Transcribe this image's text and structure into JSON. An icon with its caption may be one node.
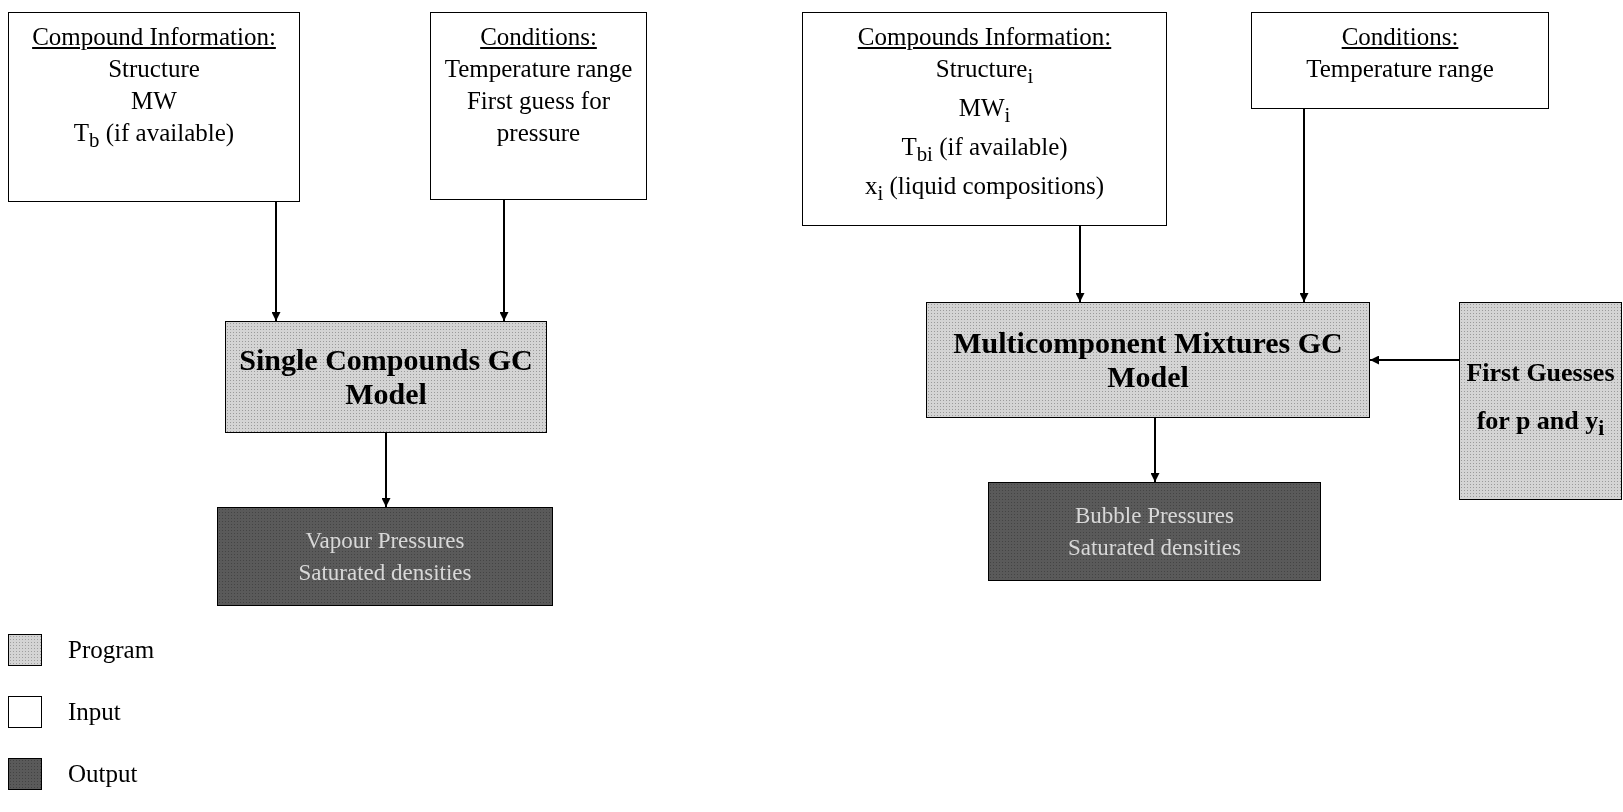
{
  "diagram": {
    "nodes": [
      {
        "text": [
          "Compound Information:",
          "Structure",
          "MW",
          "T$_{b}$ (if available)"
        ]
      },
      {
        "text": [
          "Conditions:",
          "Temperature range",
          "First guess for pressure"
        ]
      },
      {
        "text": [
          "Single Compounds GC Model"
        ]
      },
      {
        "text": [
          "Vapour Pressures",
          "Saturated densities"
        ]
      },
      {
        "text": [
          "Compounds Information:",
          "Structure$_{i}$",
          "MW$_{i}$",
          "T$_{bi}$ (if available)",
          "x$_{i}$ (liquid compositions)"
        ]
      },
      {
        "text": [
          "Conditions:",
          "Temperature range"
        ]
      },
      {
        "text": [
          "Multicomponent Mixtures GC Model"
        ]
      },
      {
        "text": [
          "First Guesses",
          "for p and y$_{i}$"
        ]
      },
      {
        "text": [
          "Bubble Pressures",
          "Saturated densities"
        ]
      }
    ],
    "edges": [
      {
        "from": 0,
        "to": 2,
        "arrow": "to"
      },
      {
        "from": 1,
        "to": 2,
        "arrow": "to"
      },
      {
        "from": 2,
        "to": 3,
        "arrow": "to"
      },
      {
        "from": 4,
        "to": 6,
        "arrow": "to"
      },
      {
        "from": 5,
        "to": 6,
        "arrow": "to"
      },
      {
        "from": 7,
        "to": 6,
        "arrow": "to"
      },
      {
        "from": 6,
        "to": 8,
        "arrow": "to"
      }
    ],
    "legend": [
      {
        "text": "Program",
        "color": "#d4d4d4"
      },
      {
        "text": "Input",
        "color": "#ffffff"
      },
      {
        "text": "Output",
        "color": "#5a5a5a"
      }
    ]
  }
}
